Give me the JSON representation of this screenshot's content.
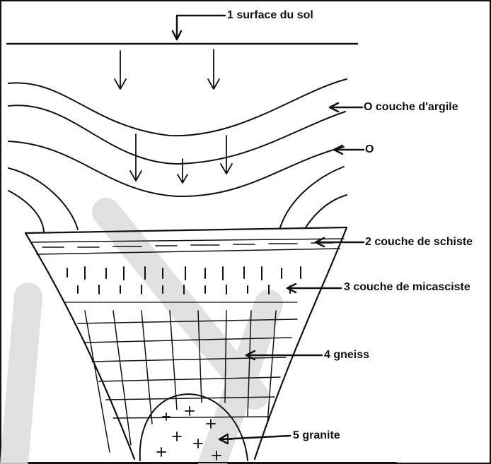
{
  "labels": {
    "surface": "1 surface du sol",
    "argile": "O couche d'argile",
    "o": "O",
    "schiste": "2 couche de schiste",
    "micaschiste": "3 couche de micasciste",
    "gneiss": "4 gneiss",
    "granite": "5 granite"
  },
  "colors": {
    "ink": "#111111",
    "watermark": "#d9d9d9",
    "background": "#ffffff"
  }
}
